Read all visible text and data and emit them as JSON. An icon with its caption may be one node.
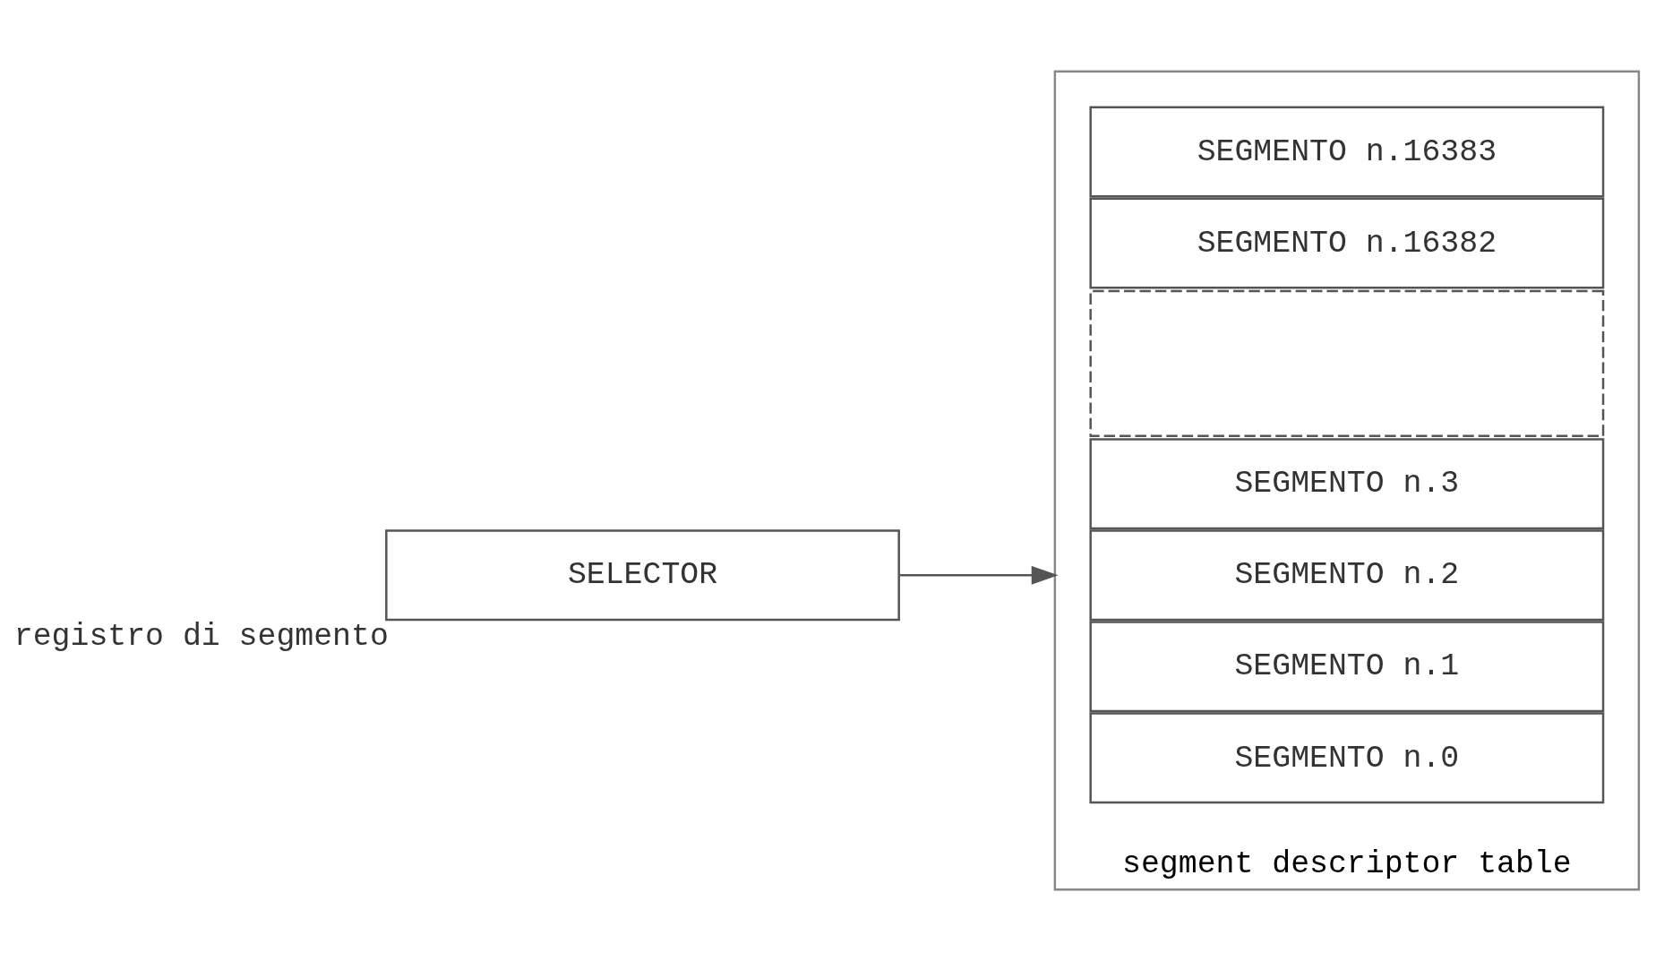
{
  "diagram": {
    "nodes": [
      {
        "text": [
          "SELECTOR"
        ],
        "beside": [
          "registro di segmento"
        ]
      },
      {
        "text": [
          "segment descriptor table"
        ]
      },
      {
        "text": [
          "SEGMENTO n.16383"
        ],
        "in": 1
      },
      {
        "text": [
          "SEGMENTO n.16382"
        ],
        "in": 1
      },
      {
        "text": [],
        "shape": "box",
        "in": 1
      },
      {
        "text": [
          "SEGMENTO n.3"
        ],
        "in": 1
      },
      {
        "text": [
          "SEGMENTO n.2"
        ],
        "in": 1
      },
      {
        "text": [
          "SEGMENTO n.1"
        ],
        "in": 1
      },
      {
        "text": [
          "SEGMENTO n.0"
        ],
        "in": 1
      }
    ],
    "edges": [
      {
        "from": 0,
        "to": 1,
        "arrow": "to"
      }
    ]
  }
}
